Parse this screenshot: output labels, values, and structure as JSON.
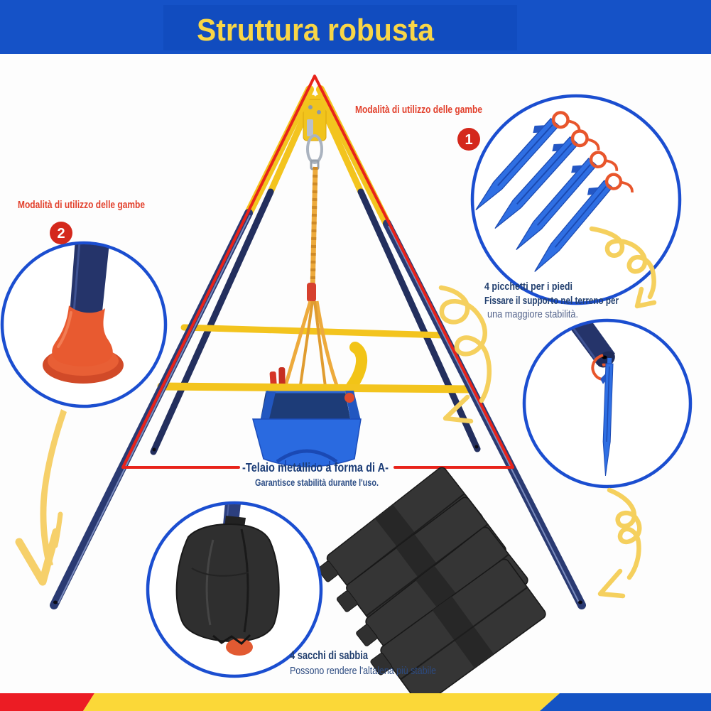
{
  "header": {
    "title": "Struttura robusta",
    "background_color": "#1552c7",
    "title_color": "#f8d647"
  },
  "callout_1": {
    "badge": "1",
    "label": "Modalità di utilizzo delle gambe"
  },
  "callout_2": {
    "badge": "2",
    "label": "Modalità di utilizzo delle gambe"
  },
  "note_stakes": {
    "title": "4 picchetti per i piedi",
    "line1": "Fissare il supporto nel terreno per",
    "line2": "una maggiore stabilità."
  },
  "note_frame": {
    "title": "-Telaio metallico a forma di A-",
    "subtitle": "Garantisce stabilità durante l'uso."
  },
  "note_sandbags": {
    "title": "4 sacchi di sabbia",
    "subtitle": "Possono rendere l'altalena più stabile"
  },
  "icons": {
    "callout_circles": "blue-outline-circle",
    "arrows": "yellow-curly-arrow",
    "badge_shape": "red-number-circle"
  },
  "colors": {
    "accent_red_line": "#e8231a",
    "label_red": "#e2402c",
    "badge_red": "#d4281c",
    "callout_circle_blue": "#1b4ed0",
    "note_navy": "#23406f",
    "note_light_navy": "#54648c",
    "frame_yellow": "#f3c41e",
    "frame_navy": "#2a3a72",
    "stake_blue": "#2f6fe3",
    "foot_orange": "#e85a30",
    "rope_yellow": "#edaa3c",
    "seat_blue": "#2a6ae0",
    "seat_red": "#d63527",
    "sandbag_black": "#2f2f2f",
    "arrow_yellow": "#f5d05e",
    "stripe_red": "#ec1c24",
    "stripe_yellow": "#fbd838",
    "stripe_blue": "#1453c4"
  }
}
